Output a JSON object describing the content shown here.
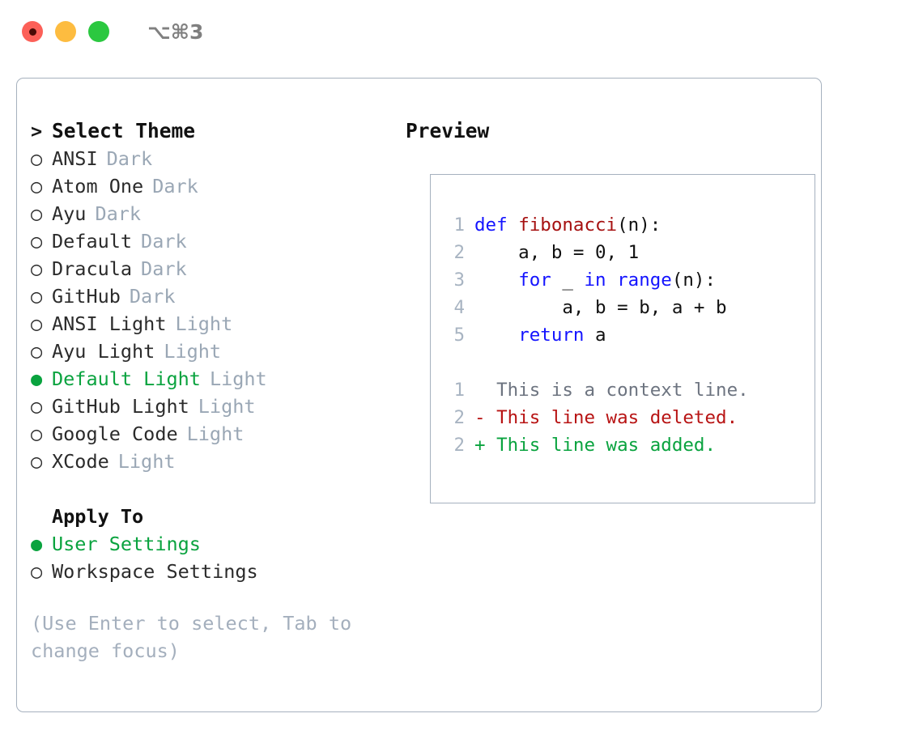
{
  "titlebar": {
    "shortcut": "⌥⌘3",
    "buttons": [
      {
        "name": "close",
        "color": "#fc6058"
      },
      {
        "name": "minimize",
        "color": "#fdbc40"
      },
      {
        "name": "zoom",
        "color": "#2bc840"
      }
    ]
  },
  "theme_selector": {
    "title": "Select Theme",
    "caret": ">",
    "marker_selected": "●",
    "marker_unselected": "○",
    "selected_color": "#0aa33f",
    "items": [
      {
        "name": "ANSI",
        "kind": "Dark",
        "selected": false
      },
      {
        "name": "Atom One",
        "kind": "Dark",
        "selected": false
      },
      {
        "name": "Ayu",
        "kind": "Dark",
        "selected": false
      },
      {
        "name": "Default",
        "kind": "Dark",
        "selected": false
      },
      {
        "name": "Dracula",
        "kind": "Dark",
        "selected": false
      },
      {
        "name": "GitHub",
        "kind": "Dark",
        "selected": false
      },
      {
        "name": "ANSI Light",
        "kind": "Light",
        "selected": false
      },
      {
        "name": "Ayu Light",
        "kind": "Light",
        "selected": false
      },
      {
        "name": "Default Light",
        "kind": "Light",
        "selected": true
      },
      {
        "name": "GitHub Light",
        "kind": "Light",
        "selected": false
      },
      {
        "name": "Google Code",
        "kind": "Light",
        "selected": false
      },
      {
        "name": "XCode",
        "kind": "Light",
        "selected": false
      }
    ]
  },
  "apply_to": {
    "title": "Apply To",
    "items": [
      {
        "name": "User Settings",
        "selected": true
      },
      {
        "name": "Workspace Settings",
        "selected": false
      }
    ]
  },
  "hint": "(Use Enter to select, Tab to change focus)",
  "preview": {
    "title": "Preview",
    "code_lines": [
      {
        "number": "1",
        "tokens": [
          {
            "text": "def ",
            "type": "kw"
          },
          {
            "text": "fibonacci",
            "type": "fn"
          },
          {
            "text": "(n):",
            "type": "plain"
          }
        ]
      },
      {
        "number": "2",
        "tokens": [
          {
            "text": "    a, b = 0, 1",
            "type": "plain"
          }
        ]
      },
      {
        "number": "3",
        "tokens": [
          {
            "text": "    ",
            "type": "plain"
          },
          {
            "text": "for",
            "type": "kw"
          },
          {
            "text": " _ ",
            "type": "plain"
          },
          {
            "text": "in",
            "type": "kw"
          },
          {
            "text": " ",
            "type": "plain"
          },
          {
            "text": "range",
            "type": "builtin"
          },
          {
            "text": "(n):",
            "type": "plain"
          }
        ]
      },
      {
        "number": "4",
        "tokens": [
          {
            "text": "        a, b = b, a + b",
            "type": "plain"
          }
        ]
      },
      {
        "number": "5",
        "tokens": [
          {
            "text": "    ",
            "type": "plain"
          },
          {
            "text": "return",
            "type": "kw"
          },
          {
            "text": " a",
            "type": "plain"
          }
        ]
      }
    ],
    "diff_lines": [
      {
        "number": "1",
        "marker": "  ",
        "text": "This is a context line.",
        "type": "ctx"
      },
      {
        "number": "2",
        "marker": "- ",
        "text": "This line was deleted.",
        "type": "del"
      },
      {
        "number": "2",
        "marker": "+ ",
        "text": "This line was added.",
        "type": "add"
      }
    ]
  }
}
